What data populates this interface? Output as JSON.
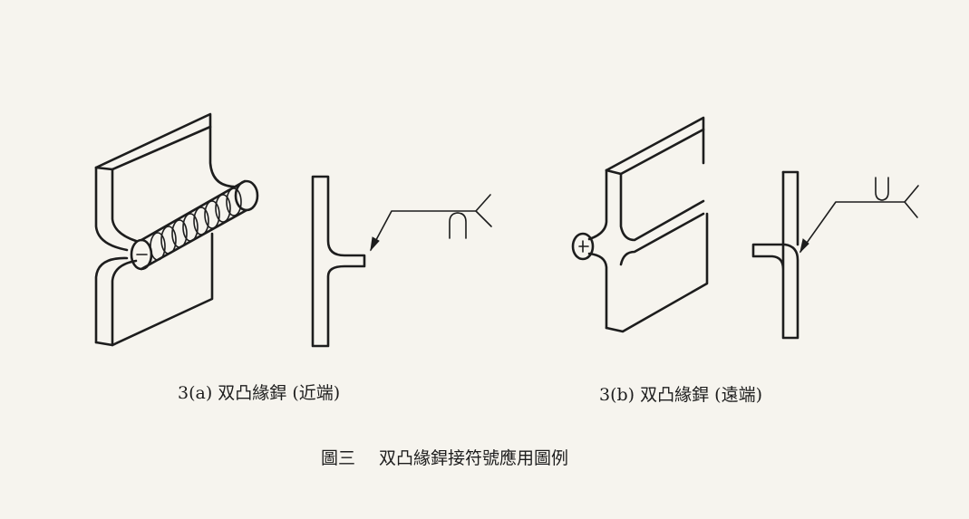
{
  "figures": [
    {
      "id": "3a",
      "label": "3(a)",
      "caption": "双凸緣銲 (近端)"
    },
    {
      "id": "3b",
      "label": "3(b)",
      "caption": "双凸緣銲 (遠端)"
    }
  ],
  "figure_title": {
    "number": "圖三",
    "text": "双凸緣銲接符號應用圖例"
  },
  "colors": {
    "paper": "#f6f4ee",
    "ink": "#1d1d1d"
  }
}
